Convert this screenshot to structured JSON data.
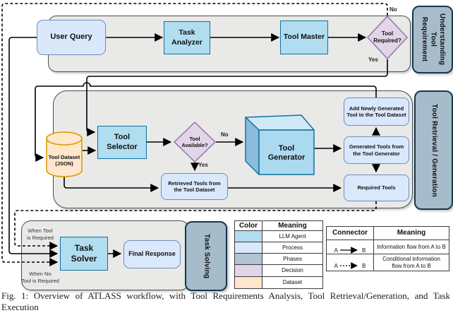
{
  "figure": {
    "caption": "Fig. 1: Overview of ATLASS workflow, with Tool Requirements Analysis, Tool Retrieval/Generation, and Task Execution"
  },
  "sections": {
    "understanding": {
      "label": "Understanding\nTool\nRequirement",
      "nodes": {
        "user_query": "User Query",
        "task_analyzer": "Task\nAnalyzer",
        "tool_master": "Tool Master",
        "tool_required": "Tool\nRequired?"
      },
      "edges": {
        "no": "No",
        "yes": "Yes"
      }
    },
    "retrieval": {
      "label": "Tool Retrieval / Generation",
      "nodes": {
        "tool_dataset": "Tool Dataset\n(JSON)",
        "tool_selector": "Tool\nSelector",
        "tool_available": "Tool\nAvailable?",
        "tool_generator": "Tool\nGenerator",
        "add_newly_generated": "Add Newly Generated\nTool to the Tool Dataset",
        "generated_tools": "Generated Tools from\nthe Tool Generator",
        "retrieved_tools": "Retrieved Tools from\nthe Tool Dataset",
        "required_tools": "Required Tools"
      },
      "edges": {
        "no": "No",
        "yes": "Yes"
      }
    },
    "solving": {
      "label": "Task Solving",
      "nodes": {
        "task_solver": "Task Solver",
        "final_response": "Final Response"
      },
      "edges": {
        "when_tool": "When Tool\nis Required",
        "when_no_tool": "When No\nTool is Required"
      }
    }
  },
  "legend_color": {
    "header_color": "Color",
    "header_meaning": "Meaning",
    "rows": [
      {
        "color": "#b1ddf0",
        "meaning": "LLM Agent"
      },
      {
        "color": "#dae8fc",
        "meaning": "Process"
      },
      {
        "color": "#b0c4d1",
        "meaning": "Phases"
      },
      {
        "color": "#e1d5e7",
        "meaning": "Decision"
      },
      {
        "color": "#ffe6cc",
        "meaning": "Dataset"
      }
    ]
  },
  "legend_connector": {
    "header_connector": "Connector",
    "header_meaning": "Meaning",
    "rows": [
      {
        "from": "A",
        "to": "B",
        "style": "solid",
        "meaning": "Information flow from A to B"
      },
      {
        "from": "A",
        "to": "B",
        "style": "dashed",
        "meaning": "Conditional information\nflow from A to B"
      }
    ]
  },
  "palette": {
    "llm_agent": "#b1ddf0",
    "process": "#dae8fc",
    "phases": "#b0c4d1",
    "decision": "#e1d5e7",
    "dataset": "#ffe6cc",
    "section_fill": "#e9e9e8",
    "line": "#000000"
  }
}
